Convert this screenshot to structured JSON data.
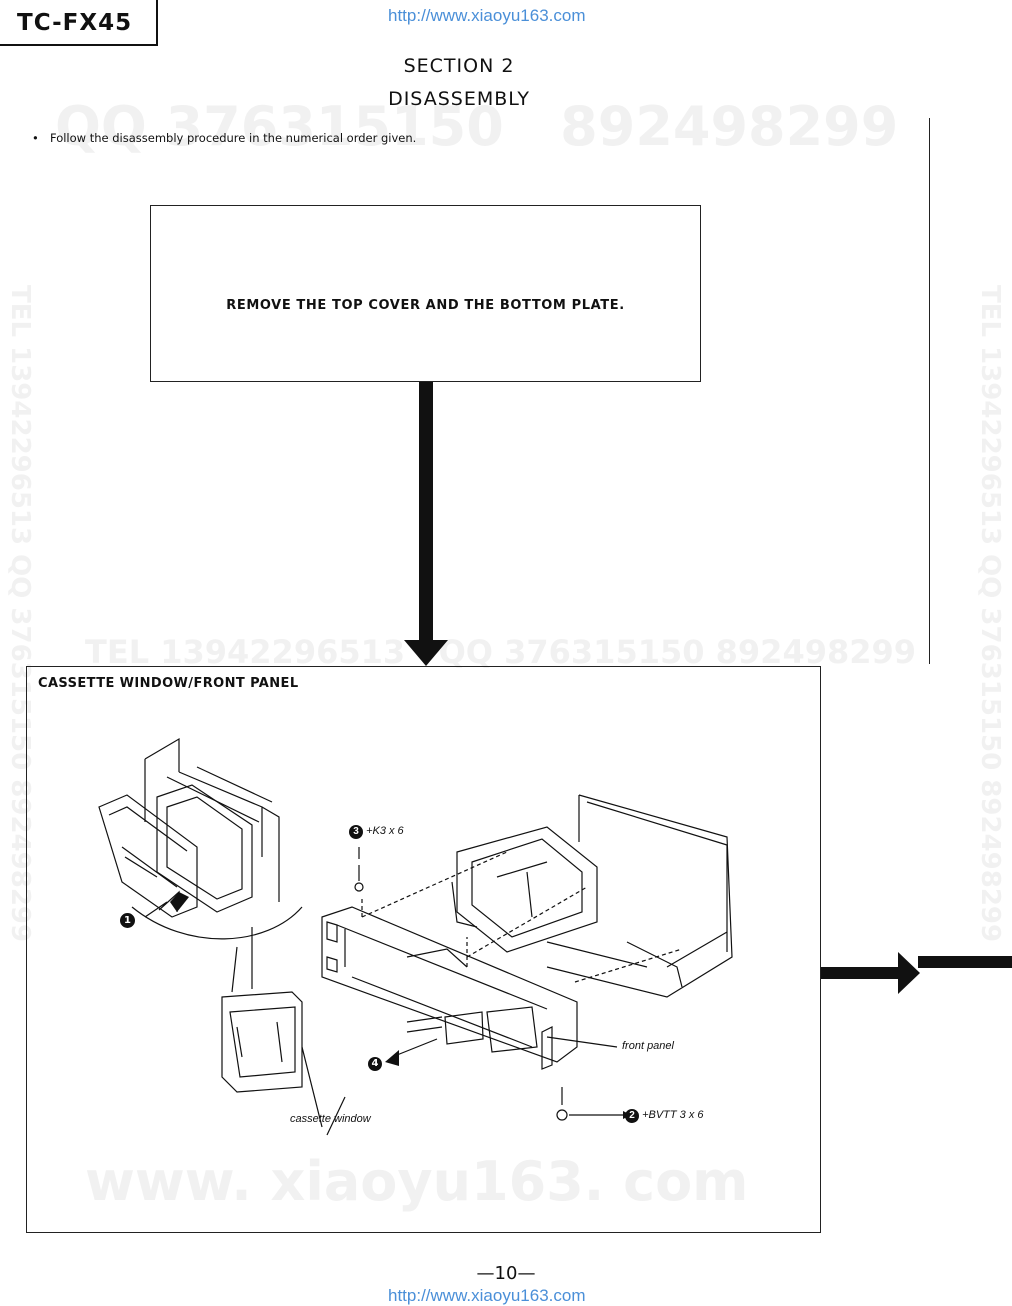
{
  "header": {
    "model": "TC-FX45",
    "url_top": "http://www.xiaoyu163.com"
  },
  "section": {
    "number_label": "SECTION 2",
    "title": "DISASSEMBLY"
  },
  "note": {
    "bullet": "•",
    "text": "Follow the disassembly procedure in the numerical order given."
  },
  "step1": {
    "text": "REMOVE THE TOP COVER AND THE BOTTOM PLATE."
  },
  "panel": {
    "title": "CASSETTE WINDOW/FRONT PANEL",
    "callouts": {
      "step1_num": "1",
      "step2_num": "2",
      "step2_label": "+BVTT 3 x 6",
      "step3_num": "3",
      "step3_label": "+K3 x 6",
      "step4_num": "4",
      "front_panel": "front panel",
      "cassette_window": "cassette window"
    }
  },
  "watermarks": {
    "qq_top": "QQ 376315150   892498299",
    "tel_left": "TEL 13942296513 QQ 376315150 892498299",
    "tel_right": "TEL 13942296513 QQ 376315150 892498299",
    "tel_mid": "TEL 13942296513   QQ 376315150 892498299",
    "www_bottom": "www. xiaoyu163. com"
  },
  "footer": {
    "page_number": "—10—",
    "url_bottom": "http://www.xiaoyu163.com"
  },
  "colors": {
    "url": "#4a8fd8",
    "watermark": "#f1f1f1",
    "ink": "#111111"
  }
}
